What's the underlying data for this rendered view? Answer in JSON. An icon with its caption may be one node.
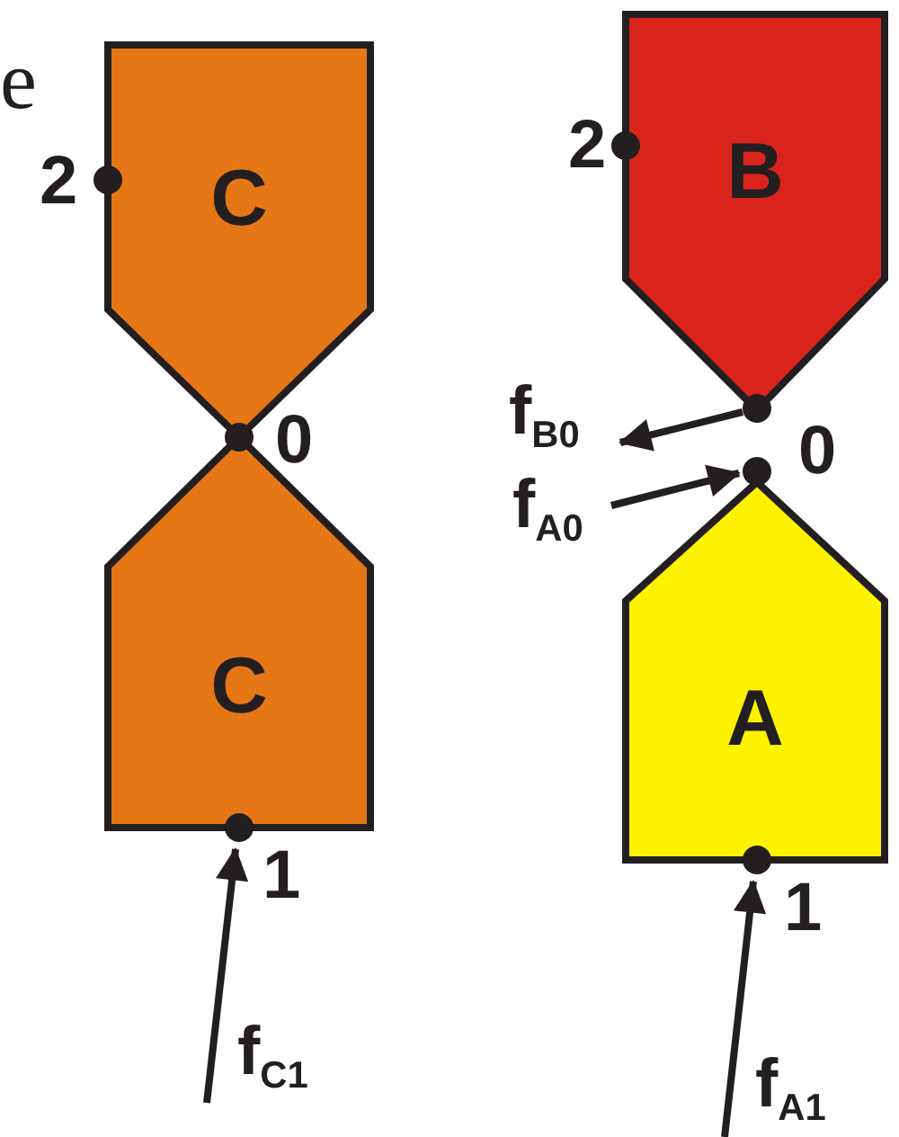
{
  "diagram": {
    "nodes": [
      {
        "text": [
          "C"
        ]
      },
      {
        "text": [
          "C"
        ]
      },
      {
        "text": [
          "B"
        ]
      },
      {
        "text": [
          "A"
        ]
      }
    ],
    "labels": [
      "e",
      "2",
      "2",
      "f$_{B0}$",
      "0",
      "0",
      "f$_{A0}$",
      "1",
      "1",
      "f$_{C1}$",
      "f$_{A1}$"
    ]
  }
}
